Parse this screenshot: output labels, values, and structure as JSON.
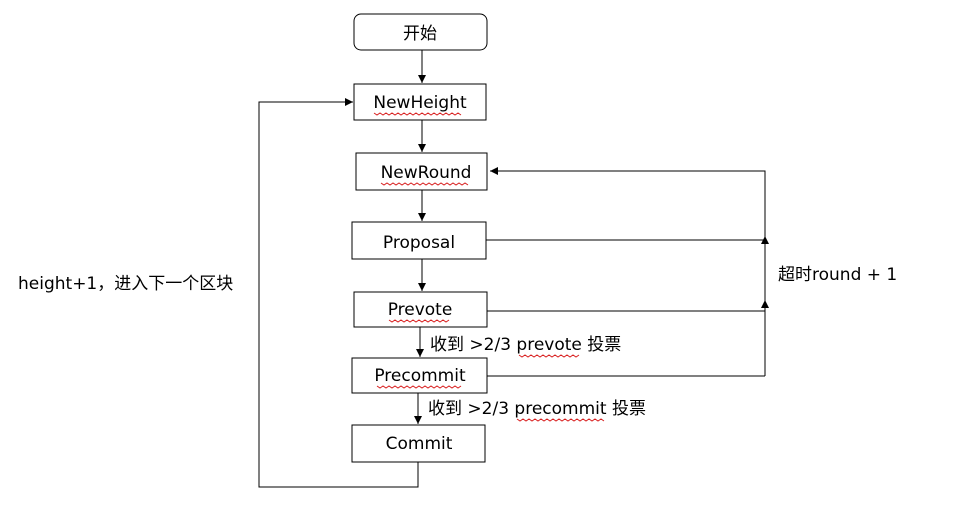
{
  "nodes": {
    "start": "开始",
    "new_height": "NewHeight",
    "new_round": "NewRound",
    "proposal": "Proposal",
    "prevote": "Prevote",
    "precommit": "Precommit",
    "commit": "Commit"
  },
  "edges": {
    "prevote_to_precommit": {
      "prefix": "收到 >2/3 ",
      "keyword": "prevote",
      "suffix": " 投票"
    },
    "precommit_to_commit": {
      "prefix": "收到 >2/3 ",
      "keyword": "precommit",
      "suffix": " 投票"
    },
    "commit_loop": "height+1，进入下一个区块",
    "timeout_loop": "超时round + 1"
  },
  "colors": {
    "line": "#000000",
    "spellcheck_underline": "#d81e1e"
  }
}
